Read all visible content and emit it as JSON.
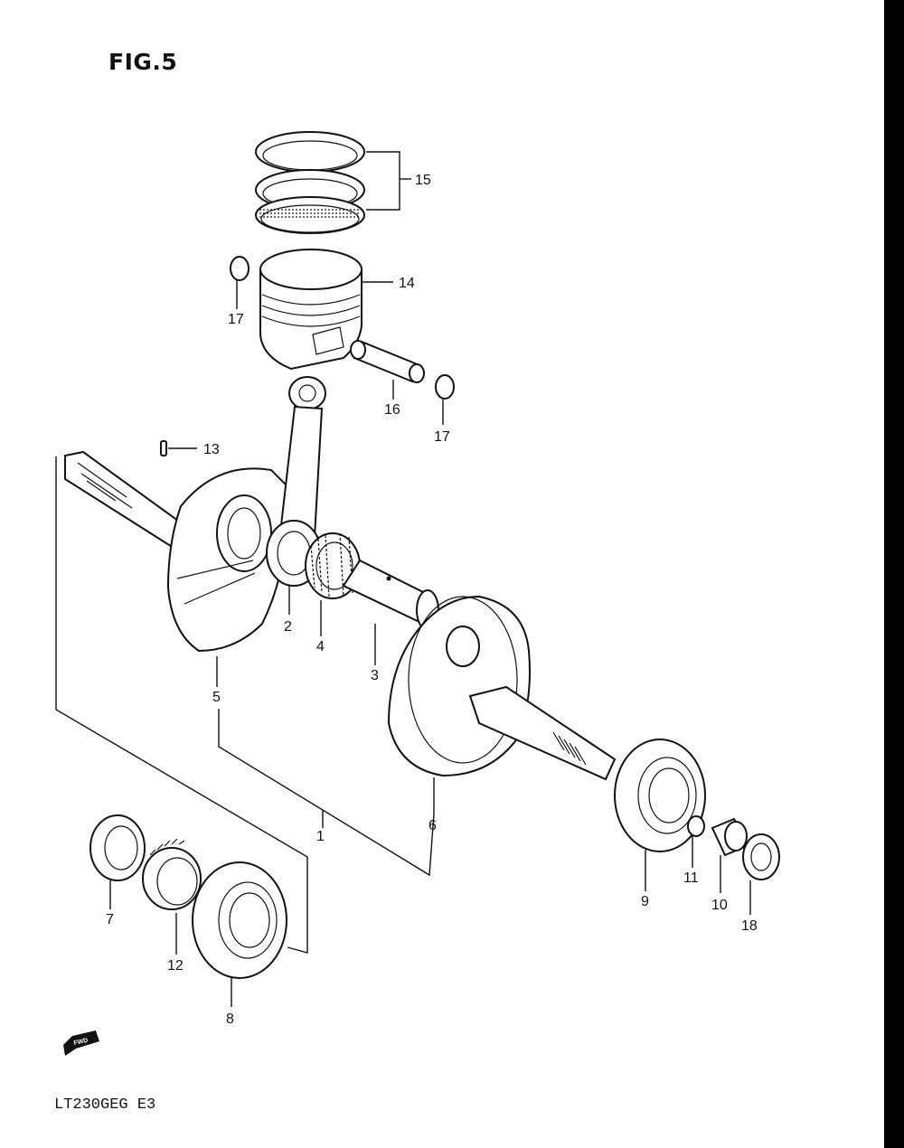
{
  "figure": {
    "title": "FIG.5",
    "model_code": "LT230GEG E3",
    "fwd_label": "FWD"
  },
  "callouts": [
    {
      "id": "1",
      "text": "1"
    },
    {
      "id": "2",
      "text": "2"
    },
    {
      "id": "3",
      "text": "3"
    },
    {
      "id": "4",
      "text": "4"
    },
    {
      "id": "5",
      "text": "5"
    },
    {
      "id": "6",
      "text": "6"
    },
    {
      "id": "7",
      "text": "7"
    },
    {
      "id": "8",
      "text": "8"
    },
    {
      "id": "9",
      "text": "9"
    },
    {
      "id": "10",
      "text": "10"
    },
    {
      "id": "11",
      "text": "11"
    },
    {
      "id": "12",
      "text": "12"
    },
    {
      "id": "13",
      "text": "13"
    },
    {
      "id": "14",
      "text": "14"
    },
    {
      "id": "15",
      "text": "15"
    },
    {
      "id": "16",
      "text": "16"
    },
    {
      "id": "17a",
      "text": "17"
    },
    {
      "id": "17b",
      "text": "17"
    },
    {
      "id": "18",
      "text": "18"
    }
  ]
}
